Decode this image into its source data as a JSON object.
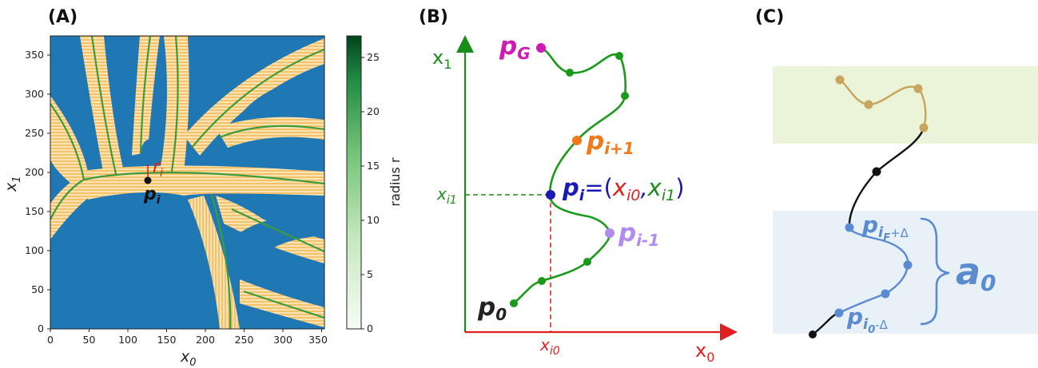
{
  "panel_labels": [
    "(A)",
    "(B)",
    "(C)"
  ],
  "panel_a": {
    "x_label": "x",
    "x_label_sub": "0",
    "y_label": "x",
    "y_label_sub": "1",
    "x_ticks": [
      "0",
      "50",
      "100",
      "150",
      "200",
      "250",
      "300",
      "350"
    ],
    "y_ticks": [
      "0",
      "50",
      "100",
      "150",
      "200",
      "250",
      "300",
      "350"
    ],
    "point_label": "p",
    "point_sub": "i",
    "radius_label": "r",
    "radius_sub": "i",
    "colorbar_label": "radius r",
    "colorbar_ticks": [
      "0",
      "5",
      "10",
      "15",
      "20",
      "25"
    ],
    "colors": {
      "background": "#1f77b4",
      "hatch": "#f5c26b",
      "centerline": "#2e8b2e"
    }
  },
  "panel_b": {
    "y_axis_label": "x",
    "y_axis_sub": "1",
    "x_axis_label": "x",
    "x_axis_sub": "0",
    "xi1_label": "x",
    "xi1_sub": "i1",
    "xi0_label": "x",
    "xi0_sub": "i0",
    "pG_label": "p",
    "pG_sub": "G",
    "pi1_label": "p",
    "pi1_sub": "i+1",
    "pi_label": "p",
    "pi_sub": "i",
    "pi_eq": "=(",
    "pi_x0": "x",
    "pi_x0_sub": "i0",
    "pi_comma": ",",
    "pi_x1": "x",
    "pi_x1_sub": "i1",
    "pi_close": ")",
    "pim1_label": "p",
    "pim1_sub": "i-1",
    "p0_label": "p",
    "p0_sub": "0",
    "colors": {
      "curve": "#1a9a1a",
      "axis_y": "#1a8c1a",
      "axis_x": "#e02020",
      "pG": "#d01ab4",
      "pi1": "#f07a1a",
      "pi": "#1a1ab4",
      "pim1": "#b08cf0",
      "p0": "#222222"
    }
  },
  "panel_c": {
    "upper_label": "p",
    "upper_sub": "i",
    "upper_subsub": "F",
    "upper_suffix": "+Δ",
    "lower_label": "p",
    "lower_sub": "i",
    "lower_subsub": "0",
    "lower_suffix": "-Δ",
    "action_label": "a",
    "action_sub": "0",
    "colors": {
      "goal_box": "#eaf3d9",
      "action_box": "#e6f0f8",
      "goal_curve": "#c8a45c",
      "action_curve": "#5b8bd0",
      "black": "#111111"
    }
  }
}
